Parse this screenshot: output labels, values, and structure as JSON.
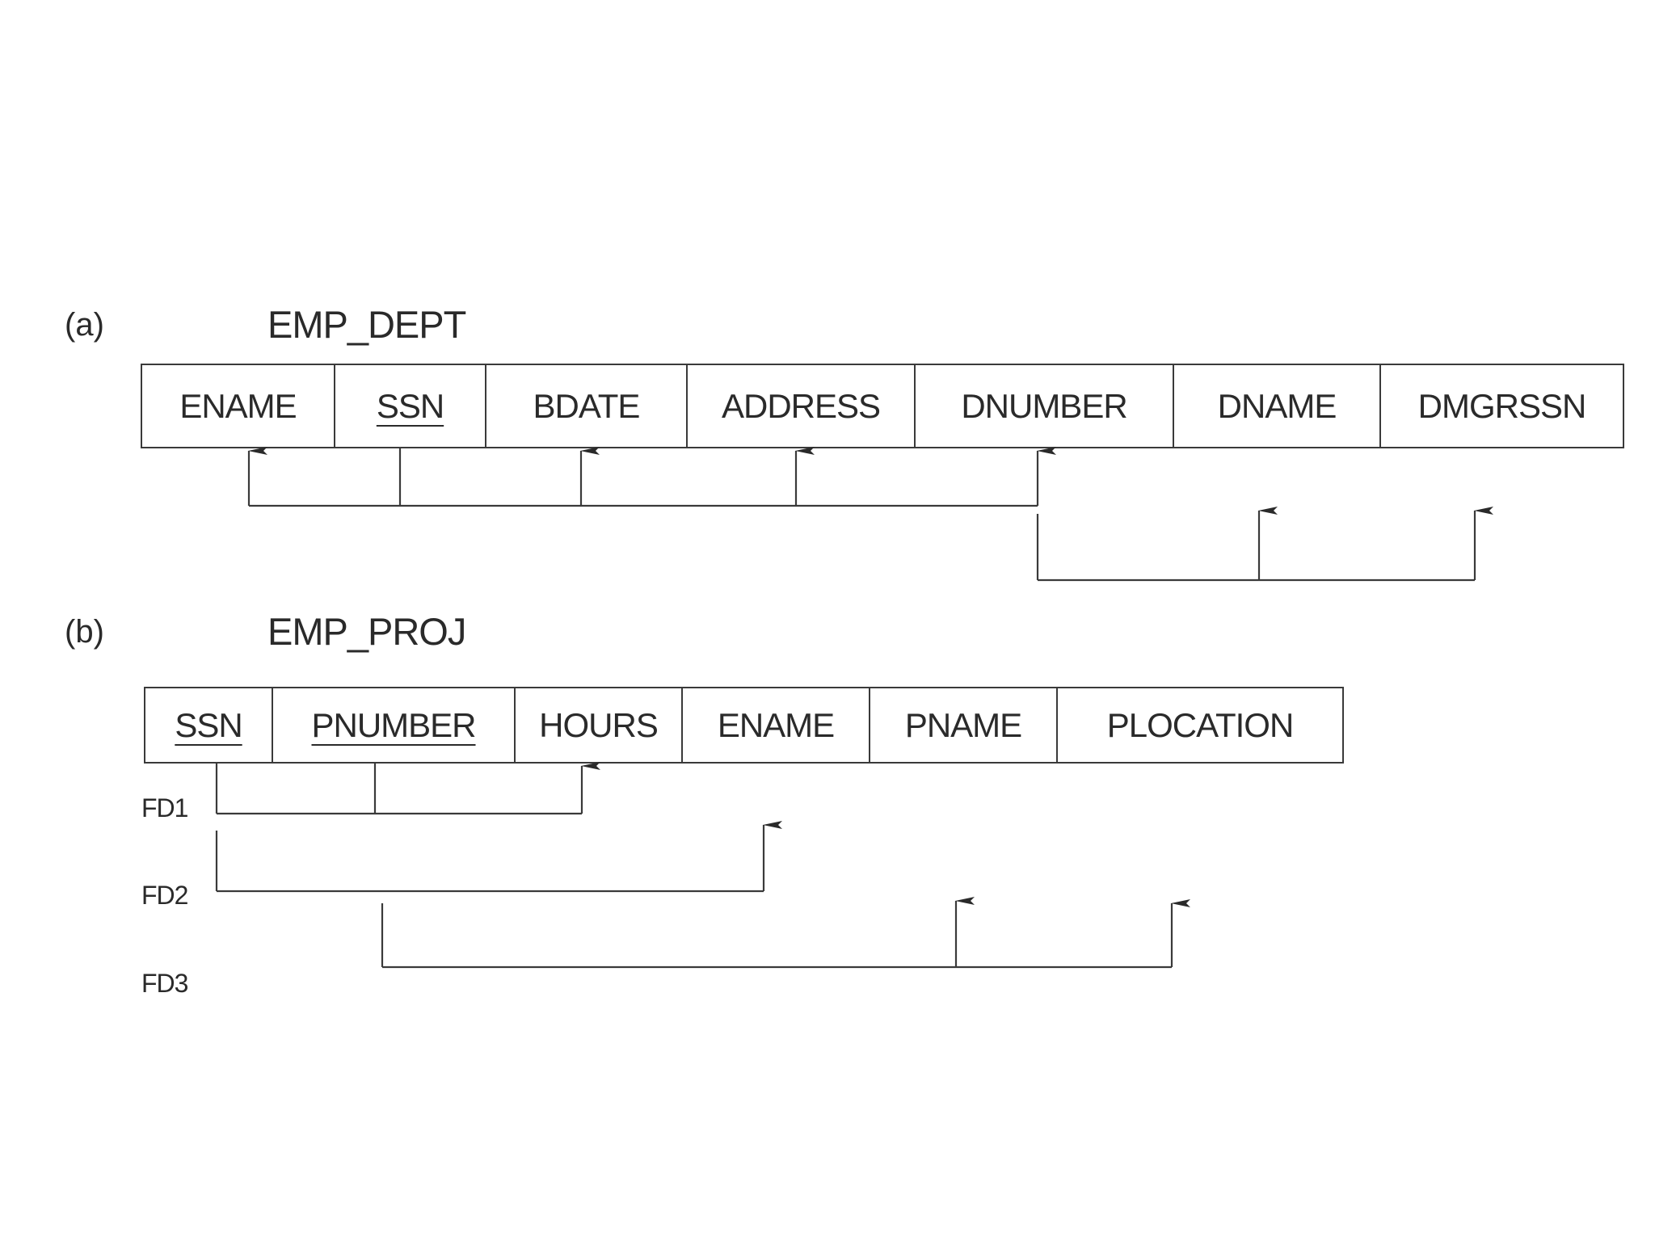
{
  "part_a": {
    "label": "(a)",
    "relation": "EMP_DEPT",
    "attributes": [
      {
        "name": "ENAME",
        "key": false
      },
      {
        "name": "SSN",
        "key": true
      },
      {
        "name": "BDATE",
        "key": false
      },
      {
        "name": "ADDRESS",
        "key": false
      },
      {
        "name": "DNUMBER",
        "key": false
      },
      {
        "name": "DNAME",
        "key": false
      },
      {
        "name": "DMGRSSN",
        "key": false
      }
    ]
  },
  "part_b": {
    "label": "(b)",
    "relation": "EMP_PROJ",
    "attributes": [
      {
        "name": "SSN",
        "key": true
      },
      {
        "name": "PNUMBER",
        "key": true
      },
      {
        "name": "HOURS",
        "key": false
      },
      {
        "name": "ENAME",
        "key": false
      },
      {
        "name": "PNAME",
        "key": false
      },
      {
        "name": "PLOCATION",
        "key": false
      }
    ],
    "fd_labels": [
      "FD1",
      "FD2",
      "FD3"
    ]
  },
  "dependencies": [
    {
      "relation": "EMP_DEPT",
      "from": [
        "SSN"
      ],
      "to": [
        "ENAME",
        "BDATE",
        "ADDRESS",
        "DNUMBER"
      ]
    },
    {
      "relation": "EMP_DEPT",
      "from": [
        "DNUMBER"
      ],
      "to": [
        "DNAME",
        "DMGRSSN"
      ]
    },
    {
      "relation": "EMP_PROJ",
      "name": "FD1",
      "from": [
        "SSN",
        "PNUMBER"
      ],
      "to": [
        "HOURS"
      ]
    },
    {
      "relation": "EMP_PROJ",
      "name": "FD2",
      "from": [
        "SSN"
      ],
      "to": [
        "ENAME"
      ]
    },
    {
      "relation": "EMP_PROJ",
      "name": "FD3",
      "from": [
        "PNUMBER"
      ],
      "to": [
        "PNAME",
        "PLOCATION"
      ]
    }
  ]
}
